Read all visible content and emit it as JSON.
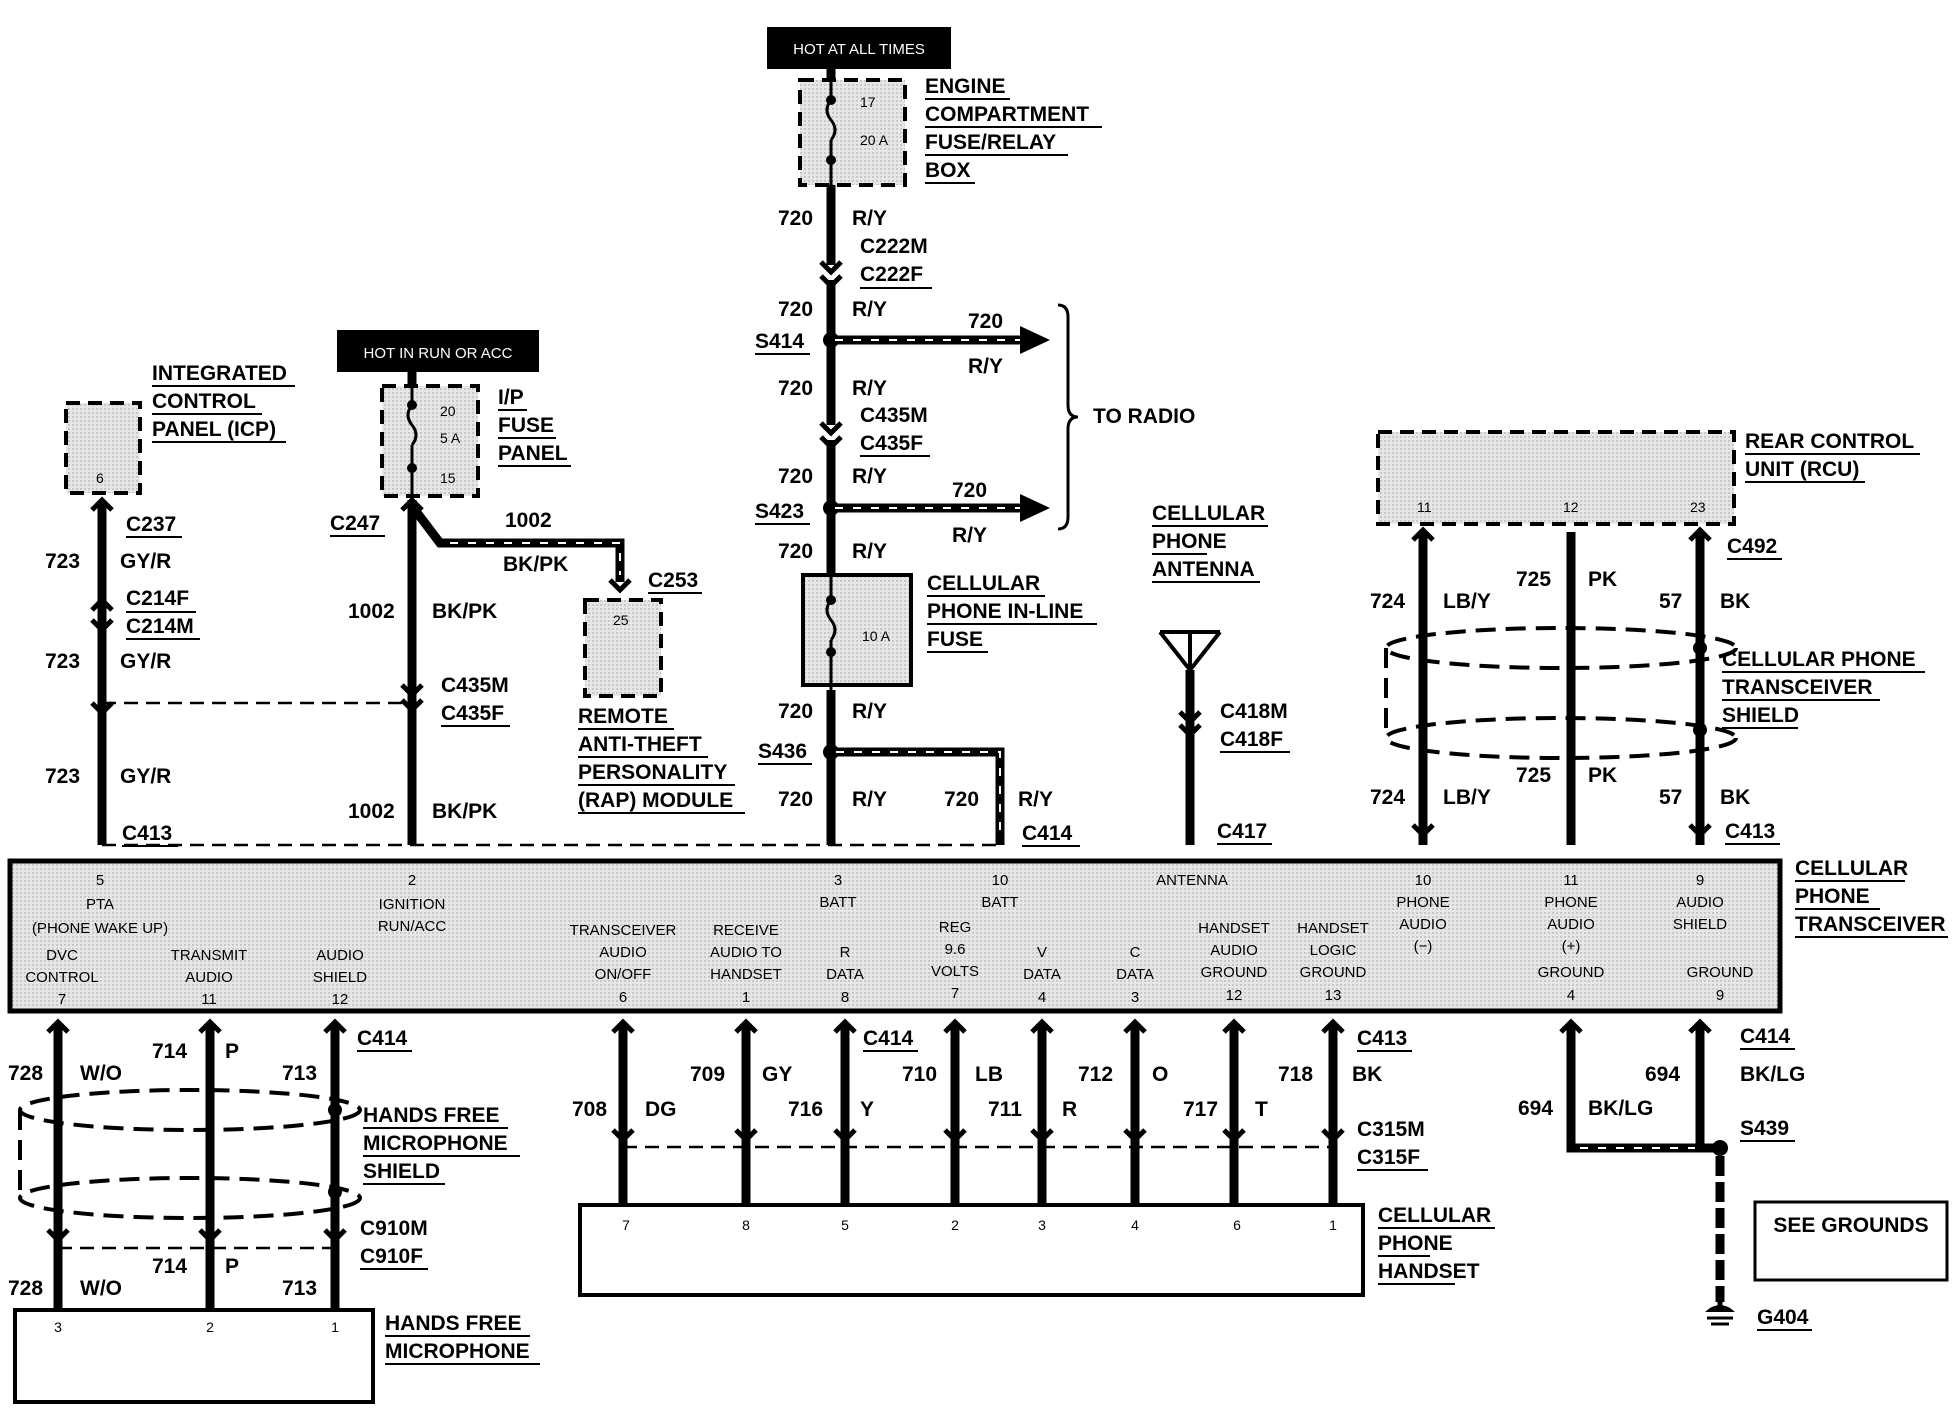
{
  "title": "",
  "power": {
    "hot_at_all_times": "HOT AT ALL TIMES",
    "hot_in_run_or_acc": "HOT IN RUN OR ACC"
  },
  "components": {
    "engine_fuse_box": [
      "ENGINE",
      "COMPARTMENT",
      "FUSE/RELAY",
      "BOX"
    ],
    "engine_fuse": {
      "number": "17",
      "rating": "20 A"
    },
    "ip_fuse_panel": [
      "I/P",
      "FUSE",
      "PANEL"
    ],
    "ip_fuse": {
      "pin_top": "20",
      "rating": "5 A",
      "pin_bottom": "15"
    },
    "icp": [
      "INTEGRATED",
      "CONTROL",
      "PANEL (ICP)"
    ],
    "icp_pin": "6",
    "rap": [
      "REMOTE",
      "ANTI-THEFT",
      "PERSONALITY",
      "(RAP) MODULE"
    ],
    "rap_pin": "25",
    "inline_fuse": [
      "CELLULAR",
      "PHONE IN-LINE",
      "FUSE"
    ],
    "inline_fuse_rating": "10 A",
    "to_radio": "TO RADIO",
    "antenna": [
      "CELLULAR",
      "PHONE",
      "ANTENNA"
    ],
    "rcu": [
      "REAR CONTROL",
      "UNIT (RCU)"
    ],
    "rcu_pins": [
      "11",
      "12",
      "23"
    ],
    "transceiver_shield": [
      "CELLULAR PHONE",
      "TRANSCEIVER",
      "SHIELD"
    ],
    "transceiver": [
      "CELLULAR",
      "PHONE",
      "TRANSCEIVER"
    ],
    "mic_shield": [
      "HANDS FREE",
      "MICROPHONE",
      "SHIELD"
    ],
    "mic": [
      "HANDS FREE",
      "MICROPHONE"
    ],
    "mic_pins": [
      "3",
      "2",
      "1"
    ],
    "handset": [
      "CELLULAR",
      "PHONE",
      "HANDSET"
    ],
    "handset_pins": [
      "7",
      "8",
      "5",
      "2",
      "3",
      "4",
      "6",
      "1"
    ],
    "see_grounds": "SEE GROUNDS",
    "ground": "G404"
  },
  "connectors": {
    "c237": "C237",
    "c214f": "C214F",
    "c214m": "C214M",
    "c247": "C247",
    "c253": "C253",
    "c435m": "C435M",
    "c435f": "C435F",
    "c413": "C413",
    "c414": "C414",
    "c222m": "C222M",
    "c222f": "C222F",
    "s414": "S414",
    "s423": "S423",
    "s436": "S436",
    "c418m": "C418M",
    "c418f": "C418F",
    "c417": "C417",
    "c492": "C492",
    "c910m": "C910M",
    "c910f": "C910F",
    "c315m": "C315M",
    "c315f": "C315F",
    "s439": "S439"
  },
  "wires": {
    "w720": "720",
    "ry": "R/Y",
    "w723": "723",
    "gyr": "GY/R",
    "w1002": "1002",
    "bkpk": "BK/PK",
    "w724": "724",
    "lby": "LB/Y",
    "w725": "725",
    "pk": "PK",
    "w57": "57",
    "bk": "BK",
    "w728": "728",
    "wo": "W/O",
    "w714": "714",
    "p": "P",
    "w713": "713",
    "w708": "708",
    "dg": "DG",
    "w709": "709",
    "gy": "GY",
    "w716": "716",
    "y": "Y",
    "w710": "710",
    "lb": "LB",
    "w711": "711",
    "r": "R",
    "w712": "712",
    "o": "O",
    "w717": "717",
    "t": "T",
    "w718": "718",
    "w694": "694",
    "bklg": "BK/LG"
  },
  "transceiver_pins": {
    "pta": {
      "pin": "5",
      "line1": "PTA",
      "line2": "(PHONE WAKE UP)"
    },
    "dvc": {
      "line1": "DVC",
      "line2": "CONTROL",
      "pin": "7"
    },
    "transmit": {
      "line1": "TRANSMIT",
      "line2": "AUDIO",
      "pin": "11"
    },
    "audio_shield_l": {
      "line1": "AUDIO",
      "line2": "SHIELD",
      "pin": "12"
    },
    "ignition": {
      "pin": "2",
      "line1": "IGNITION",
      "line2": "RUN/ACC"
    },
    "trans_audio": {
      "line1": "TRANSCEIVER",
      "line2": "AUDIO",
      "line3": "ON/OFF",
      "pin": "6"
    },
    "receive": {
      "line1": "RECEIVE",
      "line2": "AUDIO TO",
      "line3": "HANDSET",
      "pin": "1"
    },
    "batt": {
      "pin": "3",
      "line1": "BATT"
    },
    "rdata": {
      "line1": "R",
      "line2": "DATA",
      "pin": "8"
    },
    "batt_reg": {
      "pin": "10",
      "line1": "BATT",
      "line2": "REG",
      "line3": "9.6",
      "line4": "VOLTS",
      "pin_b": "7"
    },
    "vdata": {
      "line1": "V",
      "line2": "DATA",
      "pin": "4"
    },
    "cdata": {
      "line1": "C",
      "line2": "DATA",
      "pin": "3"
    },
    "antenna": {
      "line1": "ANTENNA"
    },
    "handset_ground": {
      "line1": "HANDSET",
      "line2": "AUDIO",
      "line3": "GROUND",
      "pin": "12"
    },
    "handset_logic": {
      "line1": "HANDSET",
      "line2": "LOGIC",
      "line3": "GROUND",
      "pin": "13"
    },
    "phone_audio_minus": {
      "pin": "10",
      "line1": "PHONE",
      "line2": "AUDIO",
      "line3": "(−)"
    },
    "phone_audio_plus": {
      "pin": "11",
      "line1": "PHONE",
      "line2": "AUDIO",
      "line3": "(+)",
      "line4": "GROUND",
      "pin_b": "4"
    },
    "audio_shield_r": {
      "pin": "9",
      "line1": "AUDIO",
      "line2": "SHIELD",
      "line3": "GROUND",
      "pin_b": "9"
    }
  }
}
